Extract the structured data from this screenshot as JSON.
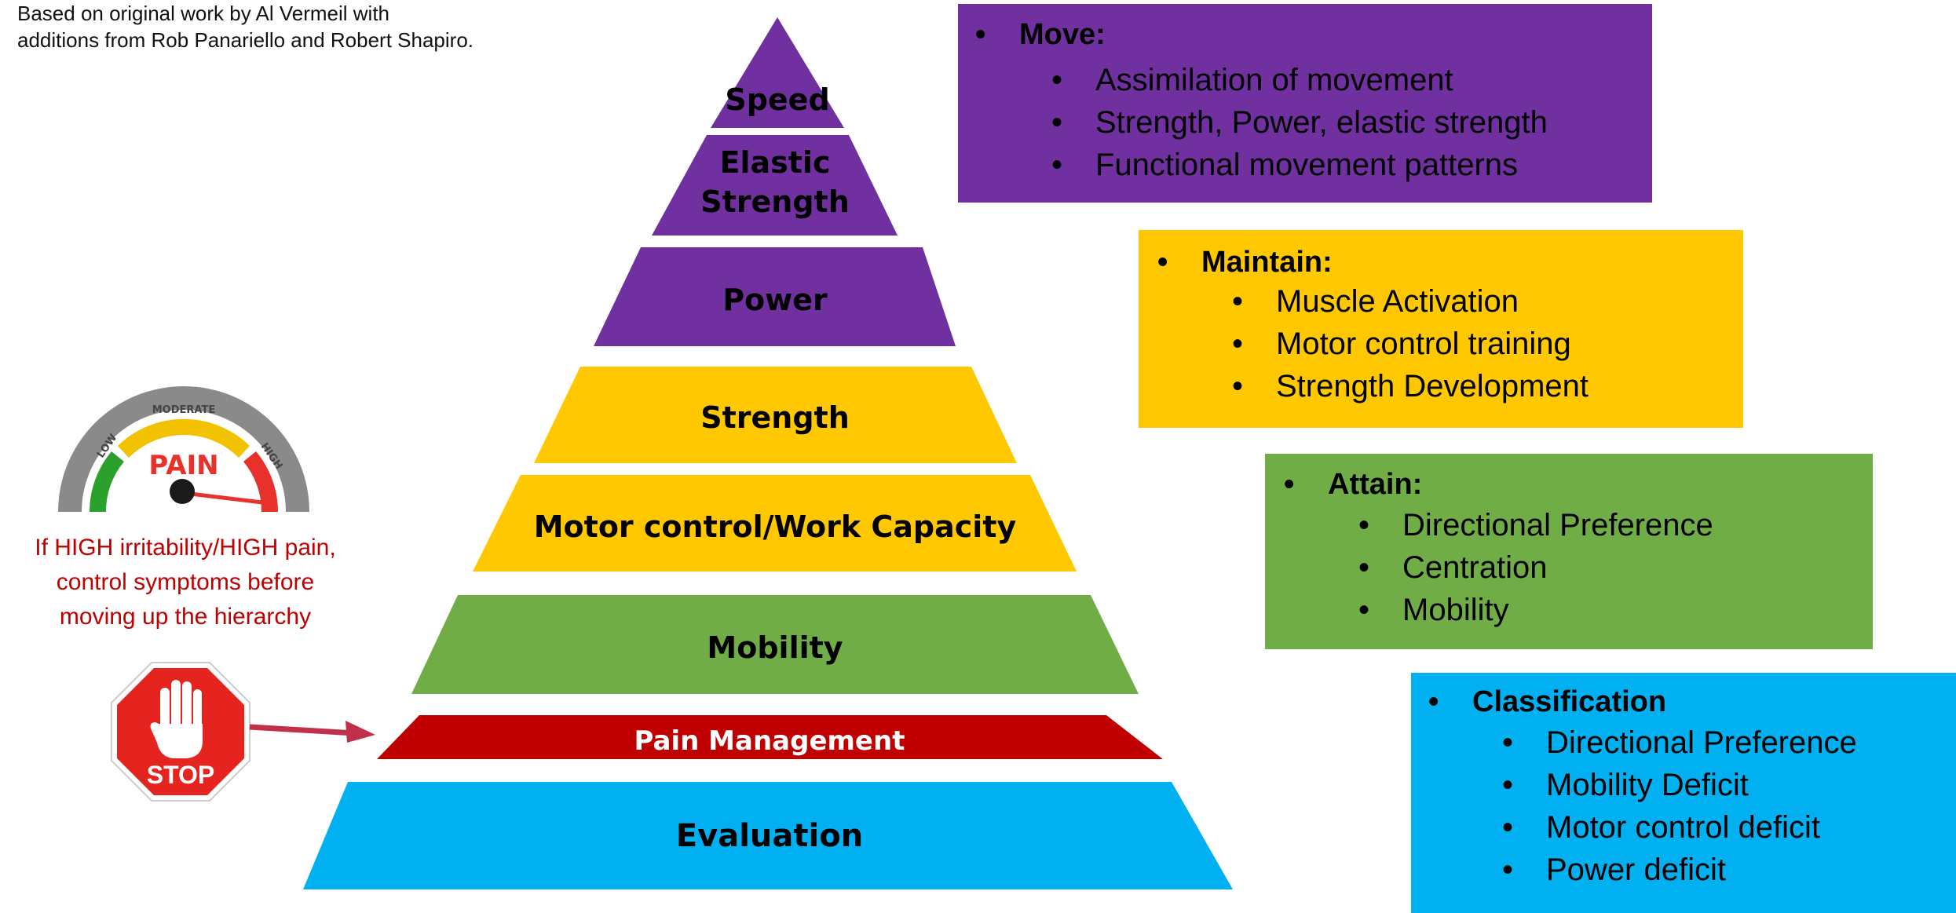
{
  "credit": {
    "line1": "Based on original work by Al Vermeil with",
    "line2": "additions from Rob Panariello and Robert Shapiro."
  },
  "pyramid": {
    "tiers": [
      {
        "label": "Speed",
        "color": "#7030a0"
      },
      {
        "label_line1": "Elastic",
        "label_line2": "Strength",
        "color": "#7030a0"
      },
      {
        "label": "Power",
        "color": "#7030a0"
      },
      {
        "label": "Strength",
        "color": "#ffc800"
      },
      {
        "label": "Motor control/Work Capacity",
        "color": "#ffc800"
      },
      {
        "label": "Mobility",
        "color": "#70ad47"
      },
      {
        "label": "Pain Management",
        "color": "#c00000"
      },
      {
        "label": "Evaluation",
        "color": "#00b0f0"
      }
    ]
  },
  "boxes": {
    "move": {
      "heading": "Move:",
      "items": [
        "Assimilation of movement",
        "Strength, Power, elastic strength",
        "Functional movement patterns"
      ],
      "color": "#7030a0"
    },
    "maintain": {
      "heading": "Maintain:",
      "items": [
        "Muscle Activation",
        "Motor control training",
        "Strength Development"
      ],
      "color": "#ffc800"
    },
    "attain": {
      "heading": "Attain:",
      "items": [
        "Directional Preference",
        "Centration",
        "Mobility"
      ],
      "color": "#70ad47"
    },
    "classification": {
      "heading": "Classification",
      "items": [
        "Directional Preference",
        "Mobility Deficit",
        "Motor control deficit",
        "Power deficit"
      ],
      "color": "#00b0f0"
    }
  },
  "gauge": {
    "title": "PAIN",
    "low": "LOW",
    "moderate": "MODERATE",
    "high": "HIGH",
    "level": "high",
    "colors": {
      "low": "#2ca02c",
      "moderate": "#f2c200",
      "high": "#e8312a"
    }
  },
  "warning": {
    "line1": "If HIGH irritability/HIGH pain,",
    "line2": "control symptoms before",
    "line3": "moving up the hierarchy",
    "color": "#c00000"
  },
  "stop_sign": {
    "text": "STOP",
    "color": "#e52420",
    "icon": "hand-icon"
  },
  "arrow": {
    "icon": "arrow-right-icon",
    "color": "#c0304a"
  }
}
